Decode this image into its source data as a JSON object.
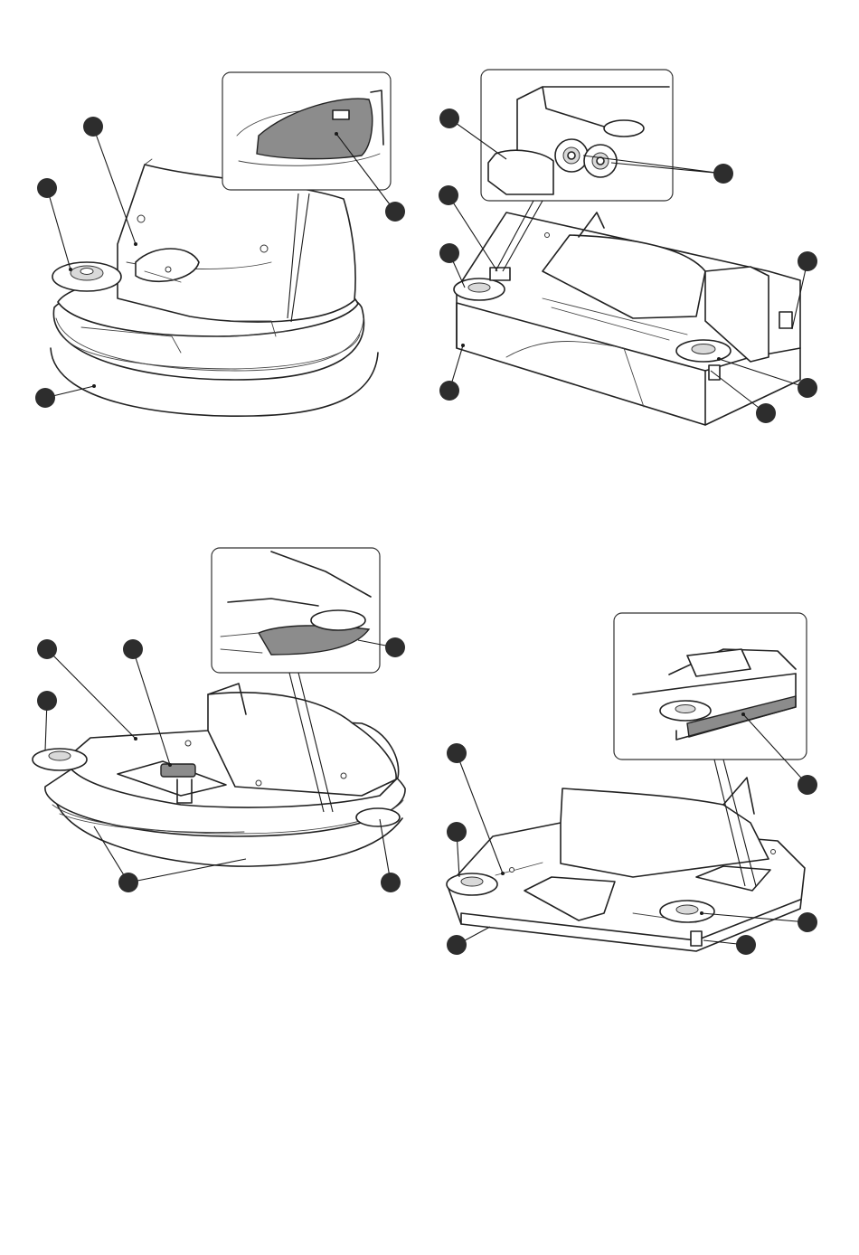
{
  "figure_ids": {
    "top_left": "product-base-rear-view",
    "top_right": "product-front-view",
    "bottom_left": "product-bottom-rear-view",
    "bottom_right": "product-bottom-front-view"
  },
  "callouts_unlabeled": true,
  "colors": {
    "line": "#222222",
    "bubble": "#2d2d2d",
    "highlight_gray": "#8c8c8c",
    "paper": "#ffffff"
  }
}
